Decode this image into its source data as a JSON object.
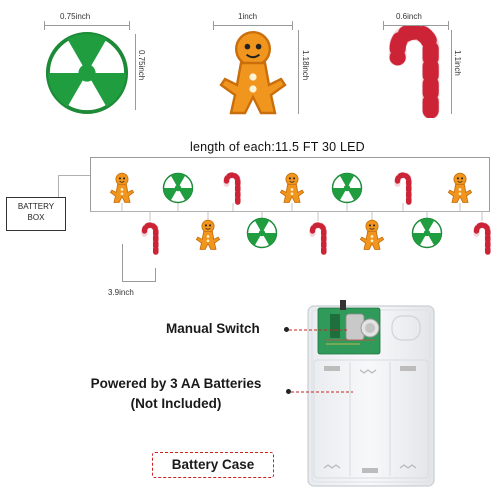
{
  "dimensions": {
    "peppermint_width": "0.75inch",
    "peppermint_height": "0.75inch",
    "gingerbread_width": "1inch",
    "gingerbread_height": "1.18inch",
    "candycane_width": "0.6inch",
    "candycane_height": "1.1inch",
    "spacing": "3.9inch"
  },
  "strand": {
    "length_label": "length of each:11.5 FT 30 LED",
    "battery_box_line1": "BATTERY",
    "battery_box_line2": "BOX"
  },
  "callouts": {
    "manual_switch": "Manual Switch",
    "powered_line1": "Powered by 3 AA Batteries",
    "powered_line2": "(Not Included)",
    "case_label": "Battery Case"
  },
  "colors": {
    "peppermint_green": "#1f9d3f",
    "gingerbread_orange": "#e88b14",
    "candycane_red": "#d3253a",
    "callout_red": "#cc2222"
  }
}
